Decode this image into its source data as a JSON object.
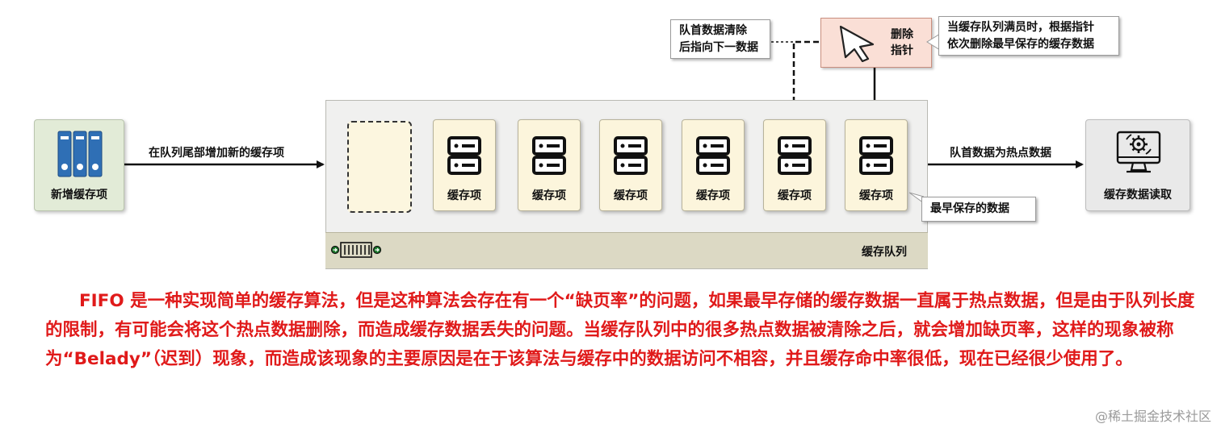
{
  "diagram": {
    "new_item": {
      "label": "新增缓存项",
      "icon": "binders-icon"
    },
    "add_label": "在队列尾部增加新的缓存项",
    "queue": {
      "label": "缓存队列",
      "items": [
        {
          "label": "缓存项"
        },
        {
          "label": "缓存项"
        },
        {
          "label": "缓存项"
        },
        {
          "label": "缓存项"
        },
        {
          "label": "缓存项"
        },
        {
          "label": "缓存项"
        }
      ]
    },
    "pointer": {
      "label_line1": "删除",
      "label_line2": "指针"
    },
    "callout_left": {
      "line1": "队首数据清除",
      "line2": "后指向下一数据"
    },
    "callout_right": {
      "line1": "当缓存队列满员时，根据指针",
      "line2": "依次删除最早保存的缓存数据"
    },
    "earliest_label": "最早保存的数据",
    "hot_label": "队首数据为热点数据",
    "reader": {
      "label": "缓存数据读取",
      "icon": "monitor-gear-icon"
    }
  },
  "paragraph": "FIFO 是一种实现简单的缓存算法，但是这种算法会存在有一个“缺页率”的问题，如果最早存储的缓存数据一直属于热点数据，但是由于队列长度的限制，有可能会将这个热点数据删除，而造成缓存数据丢失的问题。当缓存队列中的很多热点数据被清除之后，就会增加缺页率，这样的现象被称为“Belady”（迟到）现象，而造成该现象的主要原因是在于该算法与缓存中的数据访问不相容，并且缓存命中率很低，现在已经很少使用了。",
  "watermark": "@稀土掘金技术社区",
  "colors": {
    "text_accent": "#e01a1a",
    "item_fill": "#fcf5dc",
    "queue_bar": "#dcd9c4",
    "pointer_fill": "#fadfd6"
  }
}
